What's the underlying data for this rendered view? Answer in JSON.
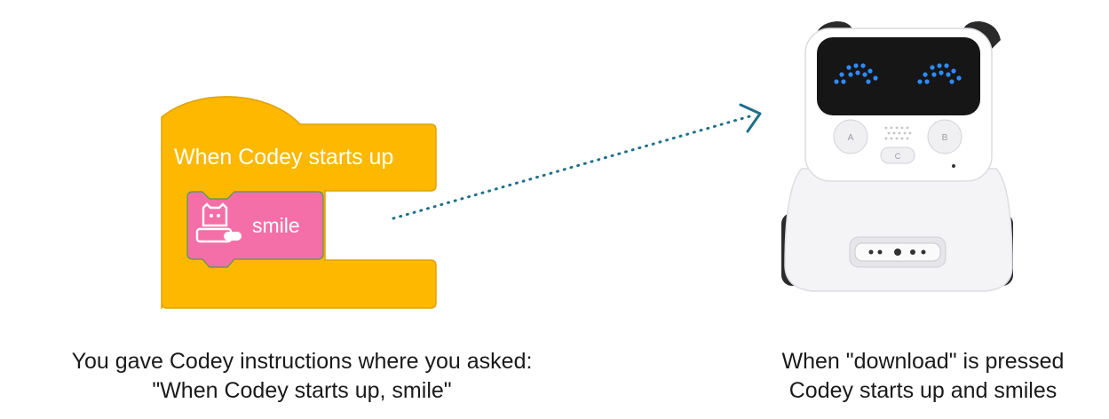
{
  "block": {
    "hat_label": "When Codey starts up",
    "action_label": "smile",
    "hat_color": "#FFB800",
    "action_color": "#F46FA8"
  },
  "arrow_color": "#1F6F8B",
  "captions": {
    "left": [
      "You gave Codey instructions where you asked:",
      "\"When Codey starts up, smile\""
    ],
    "right": [
      "When \"download\" is pressed",
      "Codey starts up and smiles"
    ]
  },
  "robot": {
    "button_a": "A",
    "button_b": "B",
    "button_c": "C",
    "eye_color": "#2E8BFF"
  }
}
